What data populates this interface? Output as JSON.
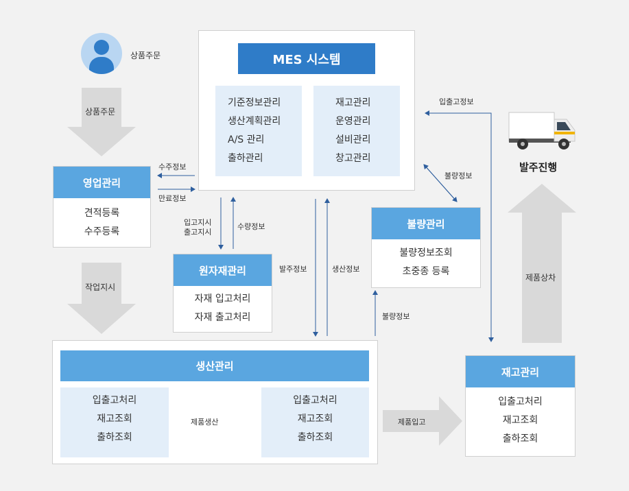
{
  "customer": {
    "label": "상품주문",
    "arrow_label": "상품주문"
  },
  "mes": {
    "title": "MES 시스템",
    "left_items": [
      "기준정보관리",
      "생산계획관리",
      "A/S 관리",
      "출하관리"
    ],
    "right_items": [
      "재고관리",
      "운영관리",
      "설비관리",
      "창고관리"
    ]
  },
  "sales": {
    "title": "영업관리",
    "items": [
      "견적등록",
      "수주등록"
    ],
    "order_info": "수주정보",
    "done_info": "만료정보"
  },
  "work_order": "작업지시",
  "material": {
    "title": "원자재관리",
    "items": [
      "자재 입고처리",
      "자재 출고처리"
    ],
    "in_out_order": [
      "입고지시",
      "출고지시"
    ],
    "qty_info": "수량정보"
  },
  "order_info": "발주정보",
  "production_info": "생산정보",
  "defect": {
    "title": "불량관리",
    "items": [
      "불량정보조회",
      "초중종 등록"
    ],
    "info_top": "불량정보",
    "info_bottom": "불량정보"
  },
  "inout_info": "입출고정보",
  "truck": {
    "label": "발주진행"
  },
  "shipping_arrow": "제품상차",
  "production": {
    "title": "생산관리",
    "left_items": [
      "입출고처리",
      "재고조회",
      "출하조회"
    ],
    "right_items": [
      "입출고처리",
      "재고조회",
      "출하조회"
    ],
    "make_arrow": "제품생산"
  },
  "stock_in_arrow": "제품입고",
  "inventory": {
    "title": "재고관리",
    "items": [
      "입출고처리",
      "재고조회",
      "출하조회"
    ]
  },
  "colors": {
    "header": "#5aa6e0",
    "header_dark": "#2f7cc8",
    "panel": "#e3eef9",
    "arrow": "#d9d9d9",
    "connector": "#2f5f9e"
  }
}
